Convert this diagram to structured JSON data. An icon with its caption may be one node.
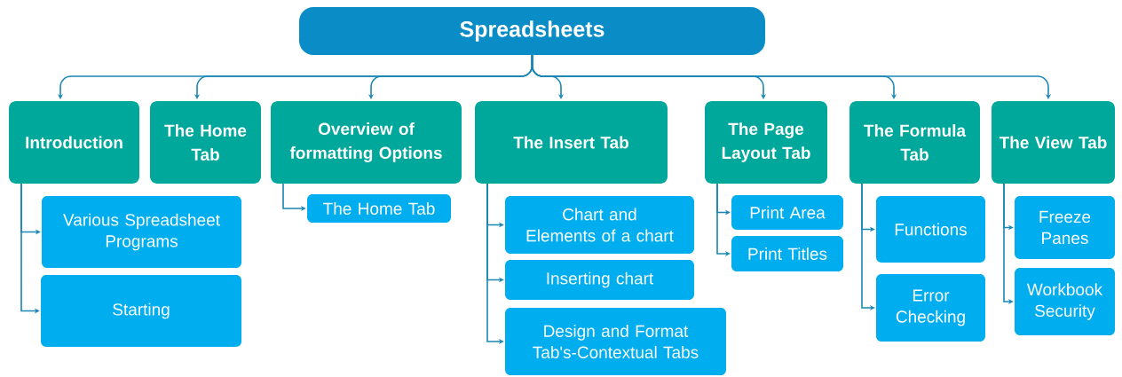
{
  "diagram": {
    "nodes": [
      {
        "text": [
          "Spreadsheets"
        ]
      },
      {
        "text": [
          "Introduction"
        ]
      },
      {
        "text": [
          "The Home Tab"
        ]
      },
      {
        "text": [
          "Overview of formatting Options"
        ]
      },
      {
        "text": [
          "The Insert Tab"
        ]
      },
      {
        "text": [
          "The Page Layout Tab"
        ]
      },
      {
        "text": [
          "The Formula Tab"
        ]
      },
      {
        "text": [
          "The View Tab"
        ]
      },
      {
        "text": [
          "Various Spreadsheet Programs"
        ]
      },
      {
        "text": [
          "Starting"
        ]
      },
      {
        "text": [
          "The Home Tab"
        ]
      },
      {
        "text": [
          "Chart and Elements of a chart"
        ]
      },
      {
        "text": [
          "Inserting chart"
        ]
      },
      {
        "text": [
          "Design and Format Tab's-Contextual Tabs"
        ]
      },
      {
        "text": [
          "Print Area"
        ]
      },
      {
        "text": [
          "Print Titles"
        ]
      },
      {
        "text": [
          "Functions"
        ]
      },
      {
        "text": [
          "Error Checking"
        ]
      },
      {
        "text": [
          "Freeze Panes"
        ]
      },
      {
        "text": [
          "Workbook Security"
        ]
      }
    ],
    "edges": [
      {
        "from": 0,
        "to": 1,
        "arrow": "to"
      },
      {
        "from": 0,
        "to": 2,
        "arrow": "to"
      },
      {
        "from": 0,
        "to": 3,
        "arrow": "to"
      },
      {
        "from": 0,
        "to": 4,
        "arrow": "to"
      },
      {
        "from": 0,
        "to": 5,
        "arrow": "to"
      },
      {
        "from": 0,
        "to": 6,
        "arrow": "to"
      },
      {
        "from": 0,
        "to": 7,
        "arrow": "to"
      },
      {
        "from": 1,
        "to": 8,
        "arrow": "to"
      },
      {
        "from": 1,
        "to": 9,
        "arrow": "to"
      },
      {
        "from": 3,
        "to": 10,
        "arrow": "to"
      },
      {
        "from": 4,
        "to": 11,
        "arrow": "to"
      },
      {
        "from": 4,
        "to": 12,
        "arrow": "to"
      },
      {
        "from": 4,
        "to": 13,
        "arrow": "to"
      },
      {
        "from": 5,
        "to": 14,
        "arrow": "to"
      },
      {
        "from": 5,
        "to": 15,
        "arrow": "to"
      },
      {
        "from": 6,
        "to": 16,
        "arrow": "to"
      },
      {
        "from": 6,
        "to": 17,
        "arrow": "to"
      },
      {
        "from": 7,
        "to": 18,
        "arrow": "to"
      },
      {
        "from": 7,
        "to": 19,
        "arrow": "to"
      }
    ]
  }
}
